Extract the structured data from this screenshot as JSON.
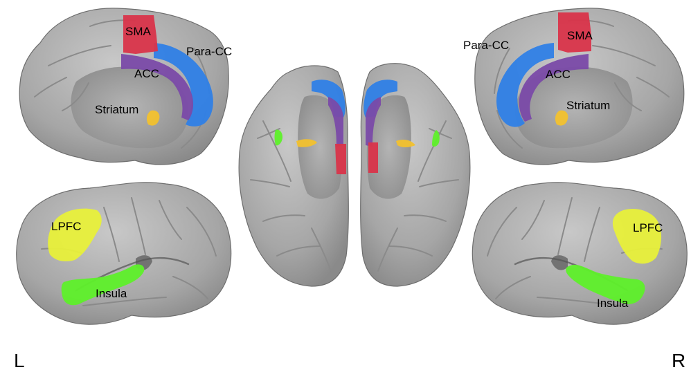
{
  "colors": {
    "cortex": "#a8a8a8",
    "cortex_light": "#c6c6c6",
    "cortex_shadow": "#7c7c7c",
    "medial_wall": "#9c9c9c",
    "SMA": "#d9344a",
    "Para-CC": "#2f7fe6",
    "ACC": "#7a4aa8",
    "Striatum": "#f2c12e",
    "LPFC": "#e8f03a",
    "Insula": "#5ef02a"
  },
  "labels": {
    "left_medial": {
      "sma": "SMA",
      "para_cc": "Para-CC",
      "acc": "ACC",
      "striatum": "Striatum"
    },
    "right_medial": {
      "sma": "SMA",
      "para_cc": "Para-CC",
      "acc": "ACC",
      "striatum": "Striatum"
    },
    "left_lateral": {
      "lpfc": "LPFC",
      "insula": "Insula"
    },
    "right_lateral": {
      "lpfc": "LPFC",
      "insula": "Insula"
    }
  },
  "hemisphere": {
    "left": "L",
    "right": "R"
  }
}
